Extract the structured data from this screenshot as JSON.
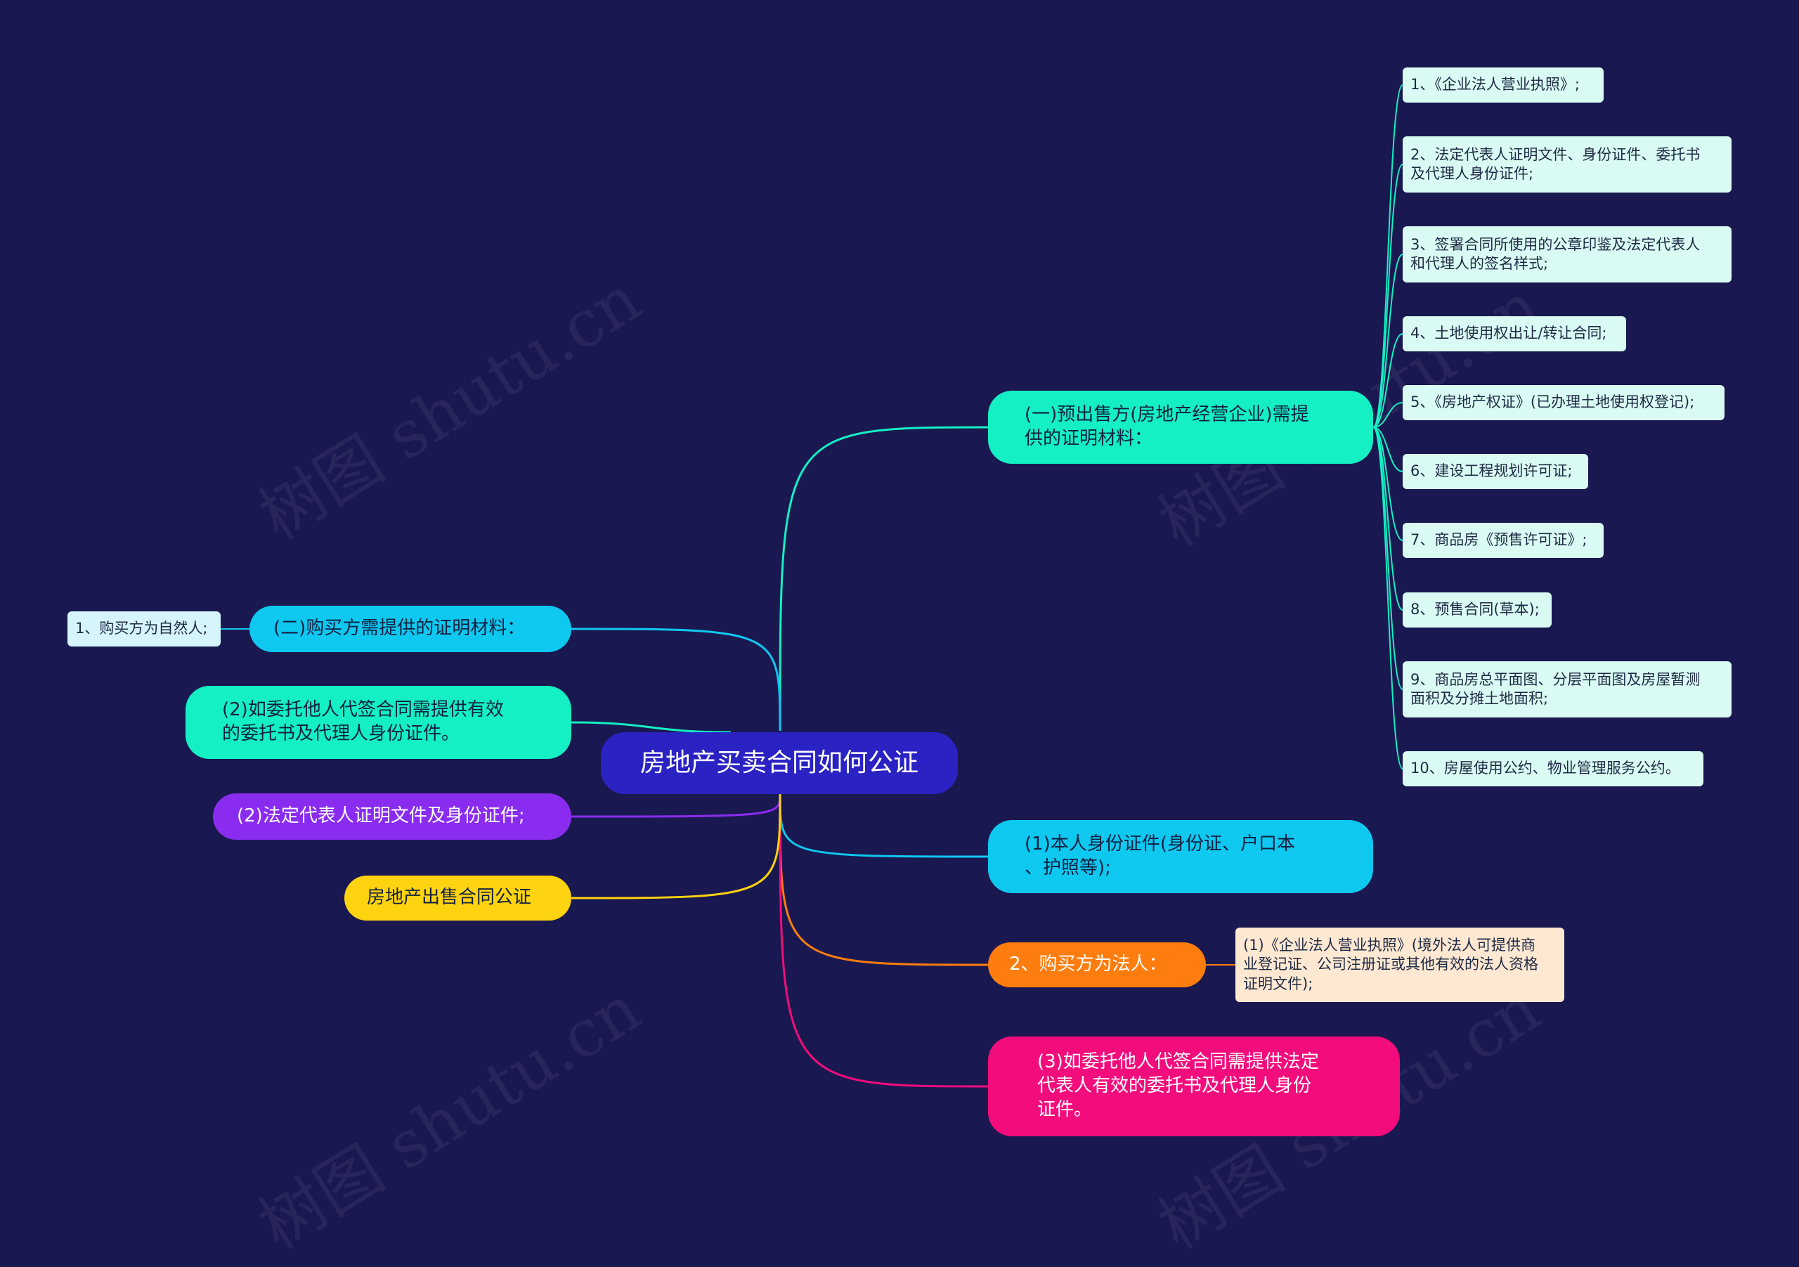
{
  "root": {
    "label": "房地产买卖合同如何公证"
  },
  "branches": {
    "seller": {
      "label": "(一)预出售方(房地产经营企业)需提\n供的证明材料：",
      "color": "#14efc4",
      "items": [
        "1、《企业法人营业执照》;",
        "2、法定代表人证明文件、身份证件、委托书\n及代理人身份证件;",
        "3、签署合同所使用的公章印鉴及法定代表人\n和代理人的签名样式;",
        "4、土地使用权出让/转让合同;",
        "5、《房地产权证》(已办理土地使用权登记);",
        "6、建设工程规划许可证;",
        "7、商品房《预售许可证》;",
        "8、预售合同(草本);",
        "9、商品房总平面图、分层平面图及房屋暂测\n面积及分摊土地面积;",
        "10、房屋使用公约、物业管理服务公约。"
      ]
    },
    "buyer": {
      "label": "(二)购买方需提供的证明材料：",
      "color": "#0fc8f0",
      "items": [
        "1、购买方为自然人;"
      ]
    },
    "entrust": {
      "label": "(2)如委托他人代签合同需提供有效\n的委托书及代理人身份证件。",
      "color": "#14efc4"
    },
    "legal_rep": {
      "label": "(2)法定代表人证明文件及身份证件;",
      "color": "#8a2cf0"
    },
    "notary": {
      "label": "房地产出售合同公证",
      "color": "#ffd30f"
    },
    "id_docs": {
      "label": "(1)本人身份证件(身份证、户口本\n、护照等);",
      "color": "#0fc8f0"
    },
    "buyer_corp": {
      "label": "2、购买方为法人：",
      "color": "#ff7d0f",
      "items": [
        "(1)《企业法人营业执照》(境外法人可提供商\n业登记证、公司注册证或其他有效的法人资格\n证明文件);"
      ]
    },
    "entrust_corp": {
      "label": "(3)如委托他人代签合同需提供法定\n代表人有效的委托书及代理人身份\n证件。",
      "color": "#f30c7b"
    }
  },
  "colors": {
    "background": "#1a1850",
    "root": "#2b22c4",
    "leaf_teal": "#d9fbf3",
    "leaf_cyan": "#d6f4fc",
    "leaf_orange": "#ffe8d2"
  },
  "watermark": "树图 shutu.cn"
}
